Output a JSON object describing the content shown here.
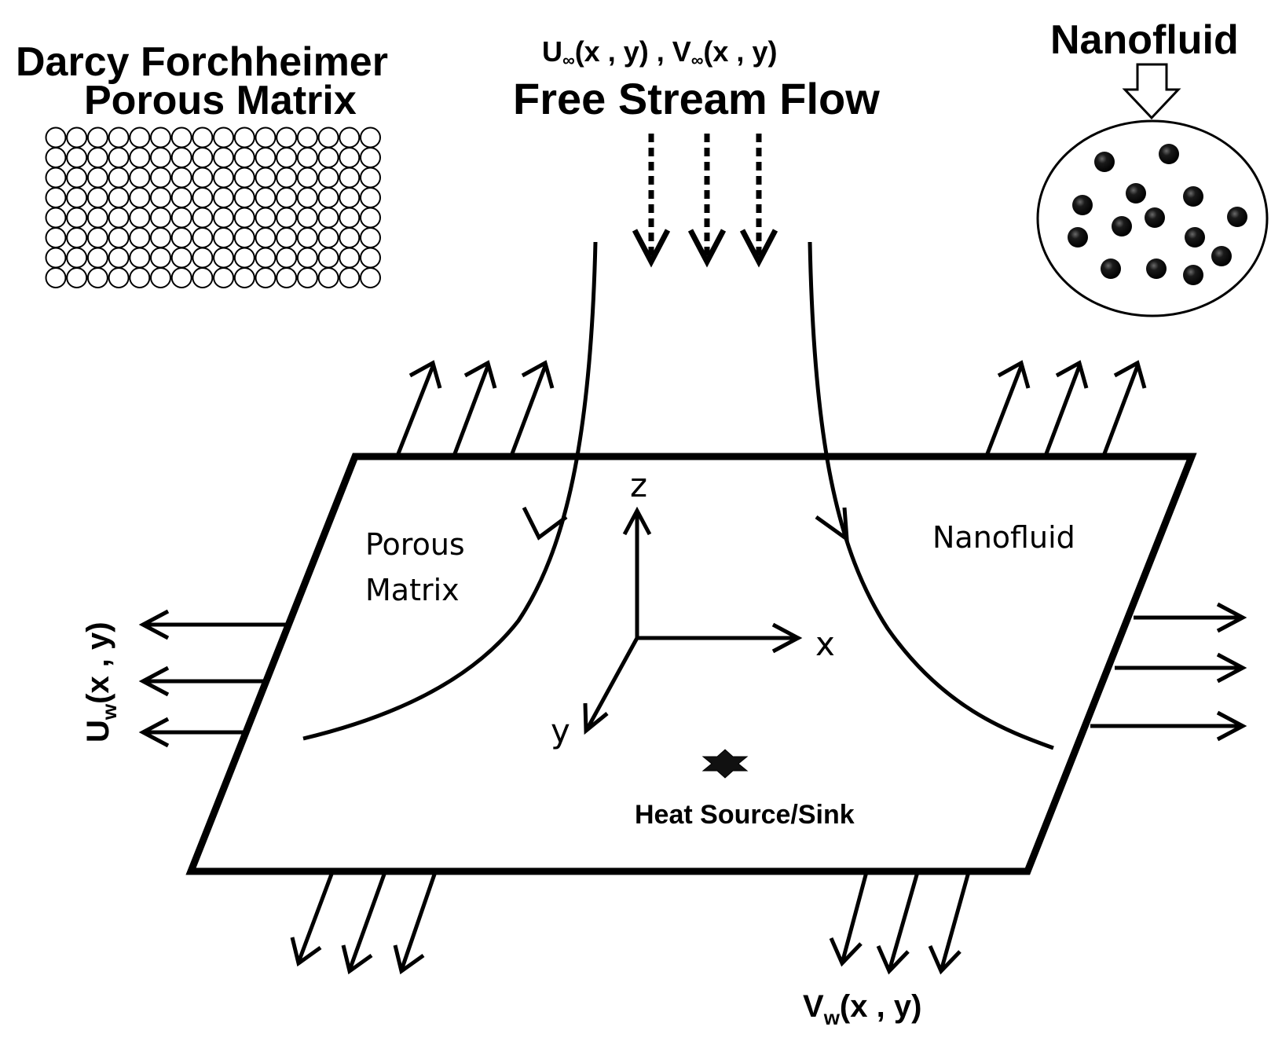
{
  "titles": {
    "porous_line1": "Darcy Forchheimer",
    "porous_line2": "Porous Matrix",
    "free_stream_vars_u": "U",
    "free_stream_vars_rest": "(x , y) , V",
    "free_stream_vars_end": "(x , y)",
    "infinity_sub": "∞",
    "free_stream": "Free Stream Flow",
    "nanofluid": "Nanofluid"
  },
  "plate_labels": {
    "porous_line1": "Porous",
    "porous_line2": "Matrix",
    "nanofluid": "Nanofluid",
    "heat": "Heat Source/Sink"
  },
  "axes": {
    "x": "x",
    "y": "y",
    "z": "z"
  },
  "velocities": {
    "uw_main": "U",
    "uw_sub": "w",
    "uw_rest": "(x , y)",
    "vw_main": "V",
    "vw_sub": "w",
    "vw_rest": "(x , y)"
  },
  "colors": {
    "ink": "#000000",
    "background": "#ffffff"
  },
  "icons": {
    "matrix": "circle-grid-icon",
    "particle": "nanoparticle-icon",
    "heat": "star-icon"
  }
}
